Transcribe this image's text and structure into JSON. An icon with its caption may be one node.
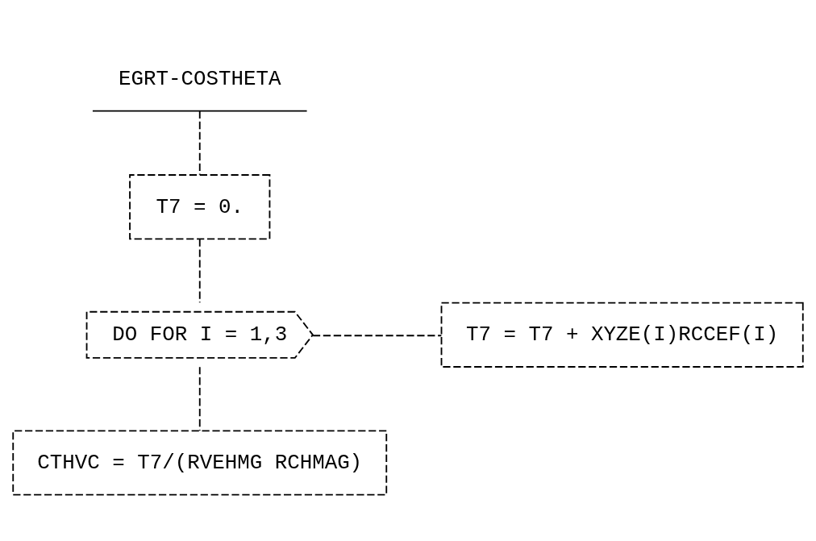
{
  "diagram": {
    "nodes": [
      {
        "text": [
          "EGRT-COSTHETA"
        ]
      },
      {
        "text": [
          "T7 = 0."
        ]
      },
      {
        "text": [
          "DO FOR I = 1,3"
        ]
      },
      {
        "text": [
          "T7 = T7 + XYZE(I)RCCEF(I)"
        ]
      },
      {
        "text": [
          "CTHVC = T7/(RVEHMG RCHMAG)"
        ]
      }
    ],
    "edges": [
      {
        "from": 0,
        "to": 1,
        "arrow": "none",
        "style": "dashed"
      },
      {
        "from": 1,
        "to": 2,
        "arrow": "none",
        "style": "dashed"
      },
      {
        "from": 2,
        "to": 3,
        "arrow": "none",
        "style": "dashed"
      },
      {
        "from": 2,
        "to": 4,
        "arrow": "none",
        "style": "dashed"
      }
    ]
  }
}
